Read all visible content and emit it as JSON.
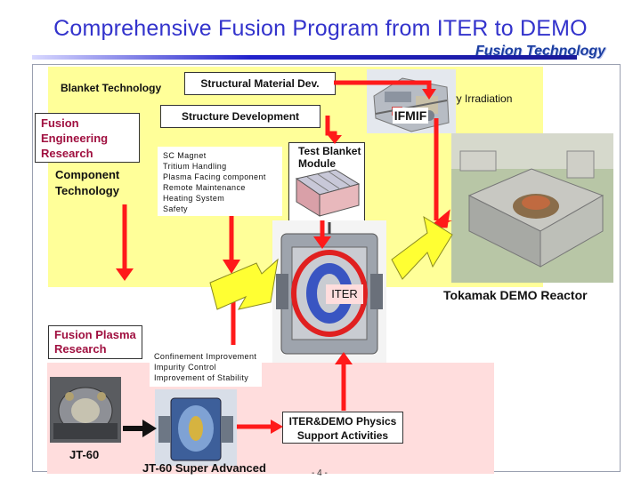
{
  "title": "Comprehensive Fusion Program from ITER to DEMO",
  "subtitle": "Fusion Technology",
  "top": {
    "blanket_technology": "Blanket Technology",
    "structural_material": "Structural Material Dev.",
    "heavy_irradiation": "avy Irradiation",
    "ifmif": "IFMIF",
    "structure_development": "Structure Development"
  },
  "left_box": {
    "line1": "Fusion",
    "line2": "Engineering",
    "line3": "Research"
  },
  "component": {
    "line1": "Component",
    "line2": "Technology"
  },
  "tech_list": [
    "SC Magnet",
    "Tritium Handling",
    "Plasma Facing component",
    "Remote Maintenance",
    "Heating System",
    "Safety"
  ],
  "test_blanket": {
    "line1": "Test Blanket",
    "line2": "Module"
  },
  "iter_label": "ITER",
  "demo_label": "Tokamak DEMO Reactor",
  "plasma": {
    "line1": "Fusion Plasma",
    "line2": "Research"
  },
  "physics_list": [
    "Confinement Improvement",
    "Impurity Control",
    "Improvement of Stability"
  ],
  "support": {
    "line1": "ITER&DEMO Physics",
    "line2": "Support Activities"
  },
  "jt60": "JT-60",
  "jt60sa": "JT-60 Super Advanced",
  "page_number": "- 4 -",
  "colors": {
    "title": "#3333cc",
    "arrow_red": "#ff1a1a",
    "arrow_yellow": "#ffff33",
    "yellow_panel": "#ffff99",
    "pink_panel": "#ffdddd"
  }
}
